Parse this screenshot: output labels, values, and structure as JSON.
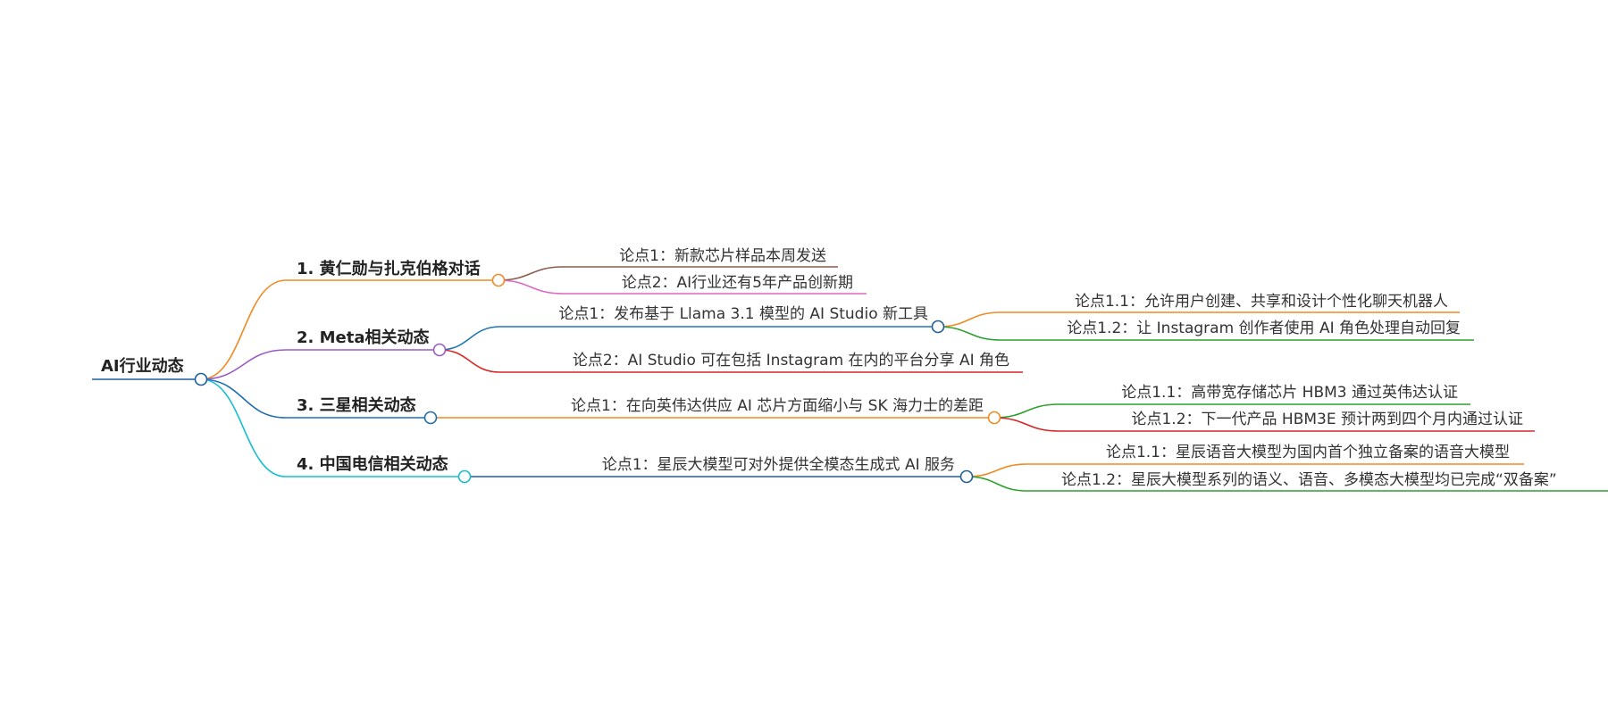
{
  "mindmap": {
    "root": {
      "label": "AI行业动态"
    },
    "branches": [
      {
        "label": "1. 黄仁勋与扎克伯格对话",
        "color": "#f08a24",
        "children": [
          {
            "label": "论点1：新款芯片样品本周发送",
            "color": "#8b5a4a"
          },
          {
            "label": "论点2：AI行业还有5年产品创新期",
            "color": "#e066c0"
          }
        ]
      },
      {
        "label": "2. Meta相关动态",
        "color": "#9a5cc6",
        "children": [
          {
            "label": "论点1：发布基于 Llama 3.1 模型的 AI Studio 新工具",
            "color": "#1f77b4",
            "children": [
              {
                "label": "论点1.1：允许用户创建、共享和设计个性化聊天机器人",
                "color": "#f08a24"
              },
              {
                "label": "论点1.2：让 Instagram 创作者使用 AI 角色处理自动回复",
                "color": "#2ca02c"
              }
            ]
          },
          {
            "label": "论点2：AI Studio 可在包括 Instagram 在内的平台分享 AI 角色",
            "color": "#d62728"
          }
        ]
      },
      {
        "label": "3. 三星相关动态",
        "color": "#1f6fb0",
        "children": [
          {
            "label": "论点1：在向英伟达供应 AI 芯片方面缩小与 SK 海力士的差距",
            "color": "#f08a24",
            "children": [
              {
                "label": "论点1.1：高带宽存储芯片 HBM3 通过英伟达认证",
                "color": "#2ca02c"
              },
              {
                "label": "论点1.2：下一代产品 HBM3E 预计两到四个月内通过认证",
                "color": "#d62728"
              }
            ]
          }
        ]
      },
      {
        "label": "4. 中国电信相关动态",
        "color": "#17becf",
        "children": [
          {
            "label": "论点1：星辰大模型可对外提供全模态生成式 AI 服务",
            "color": "#1f5f9f",
            "children": [
              {
                "label": "论点1.1：星辰语音大模型为国内首个独立备案的语音大模型",
                "color": "#f08a24"
              },
              {
                "label": "论点1.2：星辰大模型系列的语义、语音、多模态大模型均已完成“双备案”",
                "color": "#2ca02c"
              }
            ]
          }
        ]
      }
    ]
  }
}
